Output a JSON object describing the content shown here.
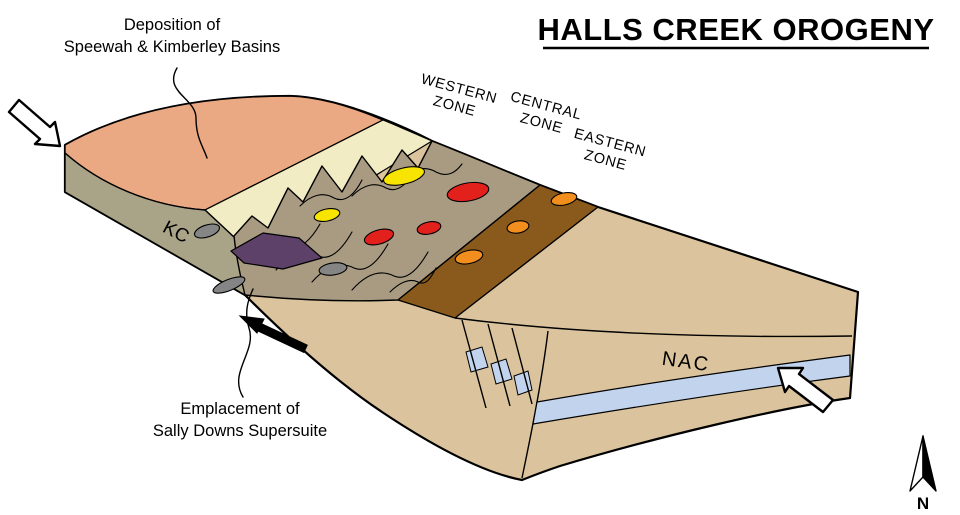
{
  "title": "HALLS CREEK OROGENY",
  "labels": {
    "deposition": {
      "line1": "Deposition of",
      "line2": "Speewah & Kimberley Basins"
    },
    "emplacement": {
      "line1": "Emplacement of",
      "line2": "Sally Downs Supersuite"
    },
    "kc": "KC",
    "nac": "NAC",
    "compass_north": "N"
  },
  "zones": {
    "western": {
      "line1": "WESTERN",
      "line2": "ZONE"
    },
    "central": {
      "line1": "CENTRAL",
      "line2": "ZONE"
    },
    "eastern": {
      "line1": "EASTERN",
      "line2": "ZONE"
    }
  },
  "palette": {
    "background": "#FFFFFF",
    "outline": "#000000",
    "white": "#FFFFFF",
    "salmon_basin": "#EBA983",
    "cream_layer": "#F1ECC3",
    "olive_craton": "#A9A488",
    "grey_orogen": "#A89B82",
    "brown_band": "#8A5A1D",
    "tan_craton": "#DBC49D",
    "blue_layer": "#C2D3ED",
    "yellow_intrusion": "#F7E400",
    "red_intrusion": "#E3211C",
    "orange_intrusion": "#F28E1E",
    "purple_intrusion": "#5E4168",
    "grey_intrusion": "#858585"
  }
}
